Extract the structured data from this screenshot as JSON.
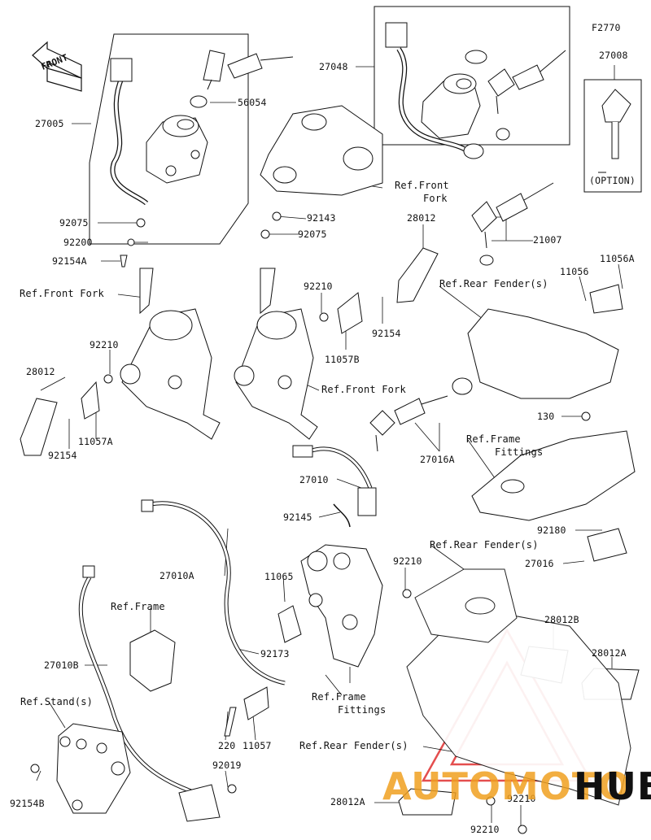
{
  "figure_code": "F2770",
  "front_arrow": "FRONT",
  "option_label": "(OPTION)",
  "watermark": {
    "part1": "AUTOMOTO",
    "part2": "HUB",
    "color_main": "#f0a020",
    "color_dark": "#e02020"
  },
  "part_labels": {
    "p27005": "27005",
    "p56054": "56054",
    "p27048": "27048",
    "p27008": "27008",
    "p92075a": "92075",
    "p92200": "92200",
    "p92154a": "92154A",
    "p92143": "92143",
    "p92075b": "92075",
    "p28012a": "28012",
    "p21007": "21007",
    "p11056": "11056",
    "p11056a": "11056A",
    "p92210a": "92210",
    "p92154b": "92154",
    "p11057b": "11057B",
    "p92210b": "92210",
    "p28012b": "28012",
    "p92154c": "92154",
    "p11057a": "11057A",
    "p130": "130",
    "p27016a": "27016A",
    "p27010": "27010",
    "p92145": "92145",
    "p92180": "92180",
    "p27016": "27016",
    "p27010a": "27010A",
    "p92210c": "92210",
    "p11065": "11065",
    "p28012b2": "28012B",
    "p28012a2": "28012A",
    "p27010b": "27010B",
    "p92173": "92173",
    "p220": "220",
    "p11057": "11057",
    "p92019": "92019",
    "p92154b2": "92154B",
    "p28012a3": "28012A",
    "p92210d": "92210",
    "p92210e": "92210"
  },
  "ref_labels": {
    "front_fork_a": "Ref.Front",
    "front_fork_a2": "Fork",
    "front_fork_b": "Ref.Front Fork",
    "front_fork_c": "Ref.Front Fork",
    "rear_fender_a": "Ref.Rear Fender(s)",
    "frame_fittings_a": "Ref.Frame",
    "frame_fittings_a2": "Fittings",
    "rear_fender_b": "Ref.Rear Fender(s)",
    "frame": "Ref.Frame",
    "frame_fittings_b": "Ref.Frame",
    "frame_fittings_b2": "Fittings",
    "stand": "Ref.Stand(s)",
    "rear_fender_c": "Ref.Rear Fender(s)"
  }
}
